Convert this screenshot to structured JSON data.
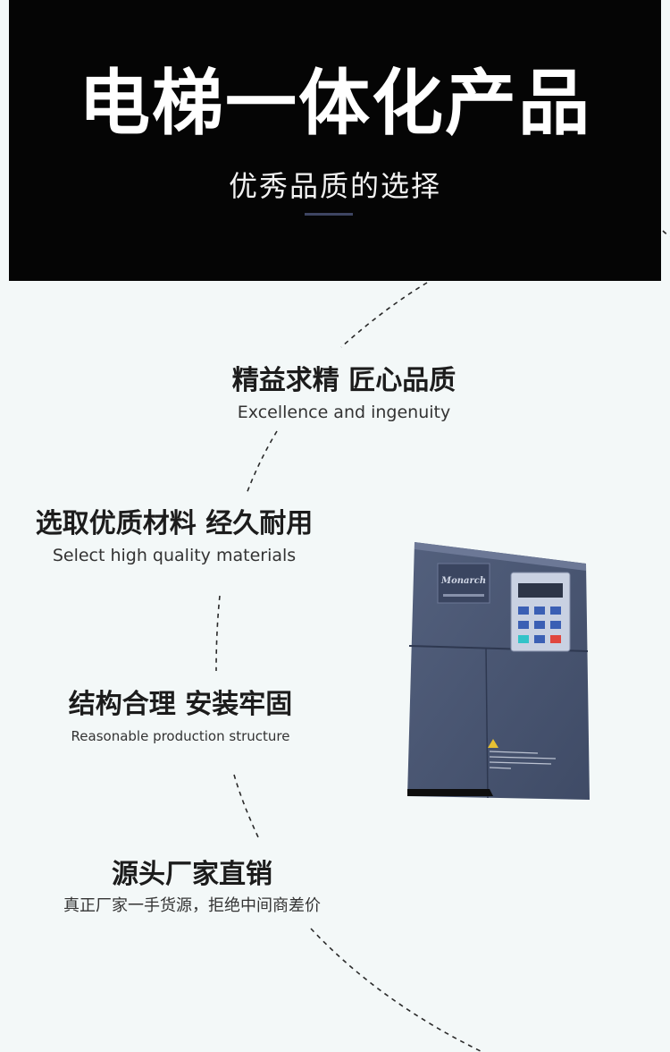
{
  "banner": {
    "title": "电梯一体化产品",
    "subtitle": "优秀品质的选择"
  },
  "features": [
    {
      "title": "精益求精 匠心品质",
      "subtitle": "Excellence and ingenuity"
    },
    {
      "title": "选取优质材料 经久耐用",
      "subtitle": "Select high quality materials"
    },
    {
      "title": "结构合理 安装牢固",
      "subtitle": "Reasonable production structure"
    },
    {
      "title": "源头厂家直销",
      "subtitle": "真正厂家一手货源，拒绝中间商差价"
    }
  ],
  "product": {
    "brand": "Monarch",
    "image_name": "elevator-integrated-controller"
  },
  "colors": {
    "banner_bg": "#050505",
    "page_bg": "#f3f8f8",
    "device_body": "#46536f",
    "accent_rule": "#3e4562"
  }
}
